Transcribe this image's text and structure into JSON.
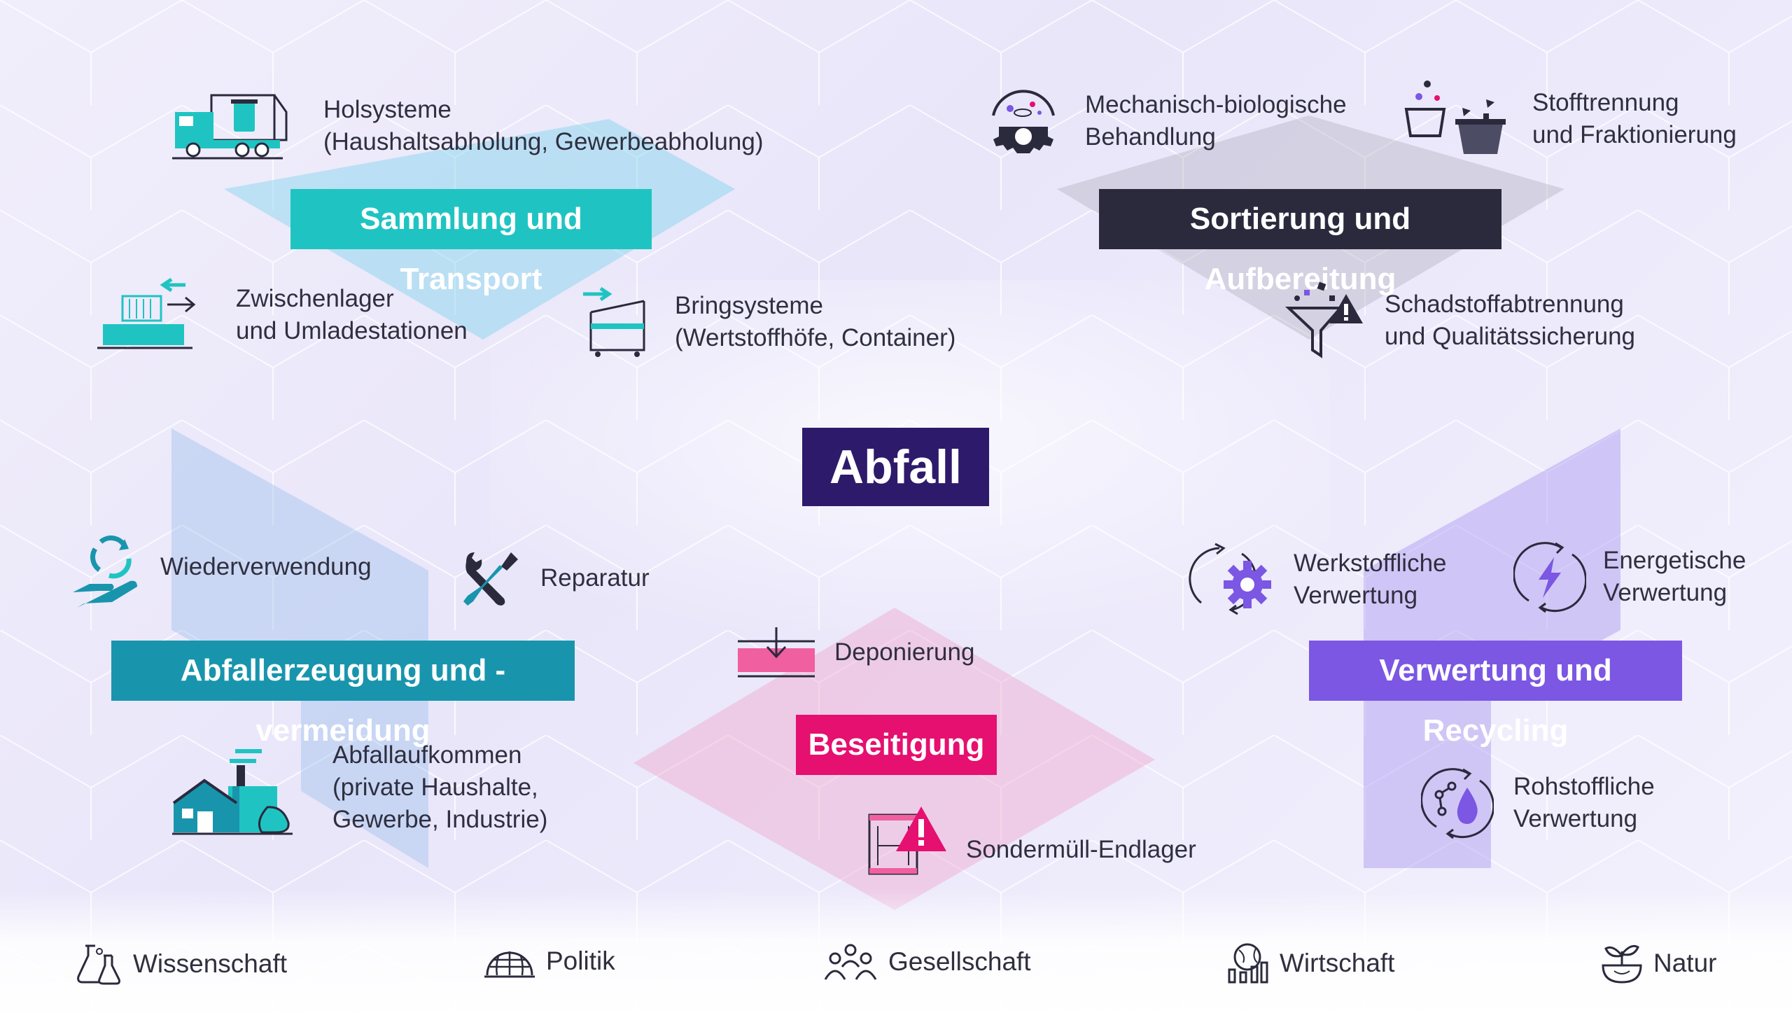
{
  "center": {
    "label": "Abfall",
    "color": "#2e1a6b"
  },
  "categories": {
    "sammlung": {
      "label": "Sammlung und Transport",
      "color": "#1fc4c2"
    },
    "sortierung": {
      "label": "Sortierung und Aufbereitung",
      "color": "#2b2a3d"
    },
    "vermeidung": {
      "label": "Abfallerzeugung und -vermeidung",
      "color": "#1895ad"
    },
    "verwertung": {
      "label": "Verwertung und Recycling",
      "color": "#7b57e3"
    },
    "beseitigung": {
      "label": "Beseitigung",
      "color": "#e5106f"
    }
  },
  "items": {
    "holsysteme": [
      "Holsysteme",
      "(Haushaltsabholung, Gewerbeabholung)"
    ],
    "zwischenlager": [
      "Zwischenlager",
      "und Umladestationen"
    ],
    "bringsysteme": [
      "Bringsysteme",
      "(Wertstoffhöfe, Container)"
    ],
    "mechanisch": [
      "Mechanisch-biologische",
      "Behandlung"
    ],
    "stofftrennung": [
      "Stofftrennung",
      "und Fraktionierung"
    ],
    "schadstoff": [
      "Schadstoffabtrennung",
      "und Qualitätssicherung"
    ],
    "wiederverwendung": [
      "Wiederverwendung"
    ],
    "reparatur": [
      "Reparatur"
    ],
    "abfallaufkommen": [
      "Abfallaufkommen",
      "(private Haushalte,",
      "Gewerbe, Industrie)"
    ],
    "deponierung": [
      "Deponierung"
    ],
    "sondermuell": [
      "Sondermüll-Endlager"
    ],
    "werkstoffliche": [
      "Werkstoffliche",
      "Verwertung"
    ],
    "energetische": [
      "Energetische",
      "Verwertung"
    ],
    "rohstoffliche": [
      "Rohstoffliche",
      "Verwertung"
    ]
  },
  "footer": [
    "Wissenschaft",
    "Politik",
    "Gesellschaft",
    "Wirtschaft",
    "Natur"
  ],
  "icons": {
    "holsysteme": "garbage-truck-icon",
    "zwischenlager": "container-transfer-icon",
    "bringsysteme": "waste-container-icon",
    "mechanisch": "bio-gear-icon",
    "stofftrennung": "separation-bins-icon",
    "schadstoff": "funnel-warning-icon",
    "wiederverwendung": "hand-recycle-icon",
    "reparatur": "wrench-screwdriver-icon",
    "abfallaufkommen": "house-factory-icon",
    "deponierung": "landfill-icon",
    "sondermuell": "hazard-storage-icon",
    "werkstoffliche": "recycle-gear-icon",
    "energetische": "energy-cycle-icon",
    "rohstoffliche": "molecule-drop-icon",
    "footer": [
      "science-flask-icon",
      "globe-grid-icon",
      "people-group-icon",
      "economy-chart-icon",
      "plant-sprout-icon"
    ]
  }
}
